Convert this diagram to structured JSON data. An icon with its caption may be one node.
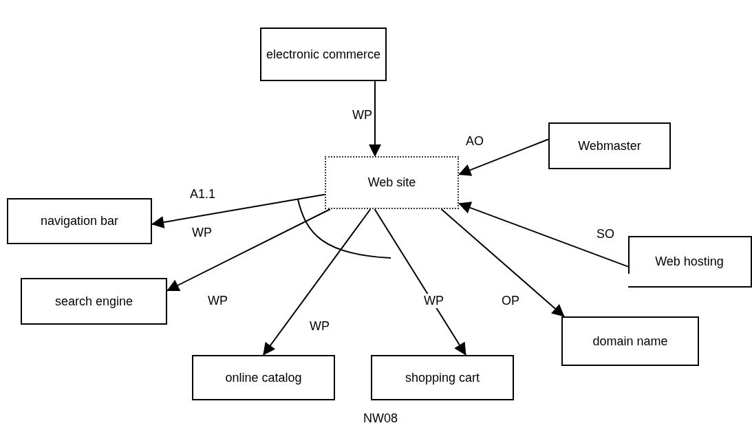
{
  "diagram": {
    "caption": "NW08",
    "nodes": [
      {
        "text": [
          "electronic commerce"
        ]
      },
      {
        "text": [
          "Webmaster"
        ]
      },
      {
        "text": [
          "Web site"
        ]
      },
      {
        "text": [
          "navigation bar"
        ]
      },
      {
        "text": [
          "Web hosting"
        ]
      },
      {
        "text": [
          "search engine"
        ]
      },
      {
        "text": [
          "domain name"
        ]
      },
      {
        "text": [
          "online catalog"
        ]
      },
      {
        "text": [
          "shopping cart"
        ]
      }
    ],
    "edges": [
      {
        "from": 0,
        "to": 2,
        "arrow": "to",
        "label": "WP"
      },
      {
        "from": 1,
        "to": 2,
        "arrow": "to",
        "label": "AO"
      },
      {
        "from": 2,
        "to": 3,
        "arrow": "to",
        "label": "WP"
      },
      {
        "from": 4,
        "to": 2,
        "arrow": "to",
        "label": "SO"
      },
      {
        "from": 2,
        "to": 5,
        "arrow": "to",
        "label": "WP"
      },
      {
        "from": 2,
        "to": 6,
        "arrow": "to",
        "label": "OP"
      },
      {
        "from": 2,
        "to": 7,
        "arrow": "to",
        "label": "WP"
      },
      {
        "from": 2,
        "to": 8,
        "arrow": "to",
        "label": "WP"
      }
    ],
    "labels": [
      "A1.1"
    ]
  }
}
